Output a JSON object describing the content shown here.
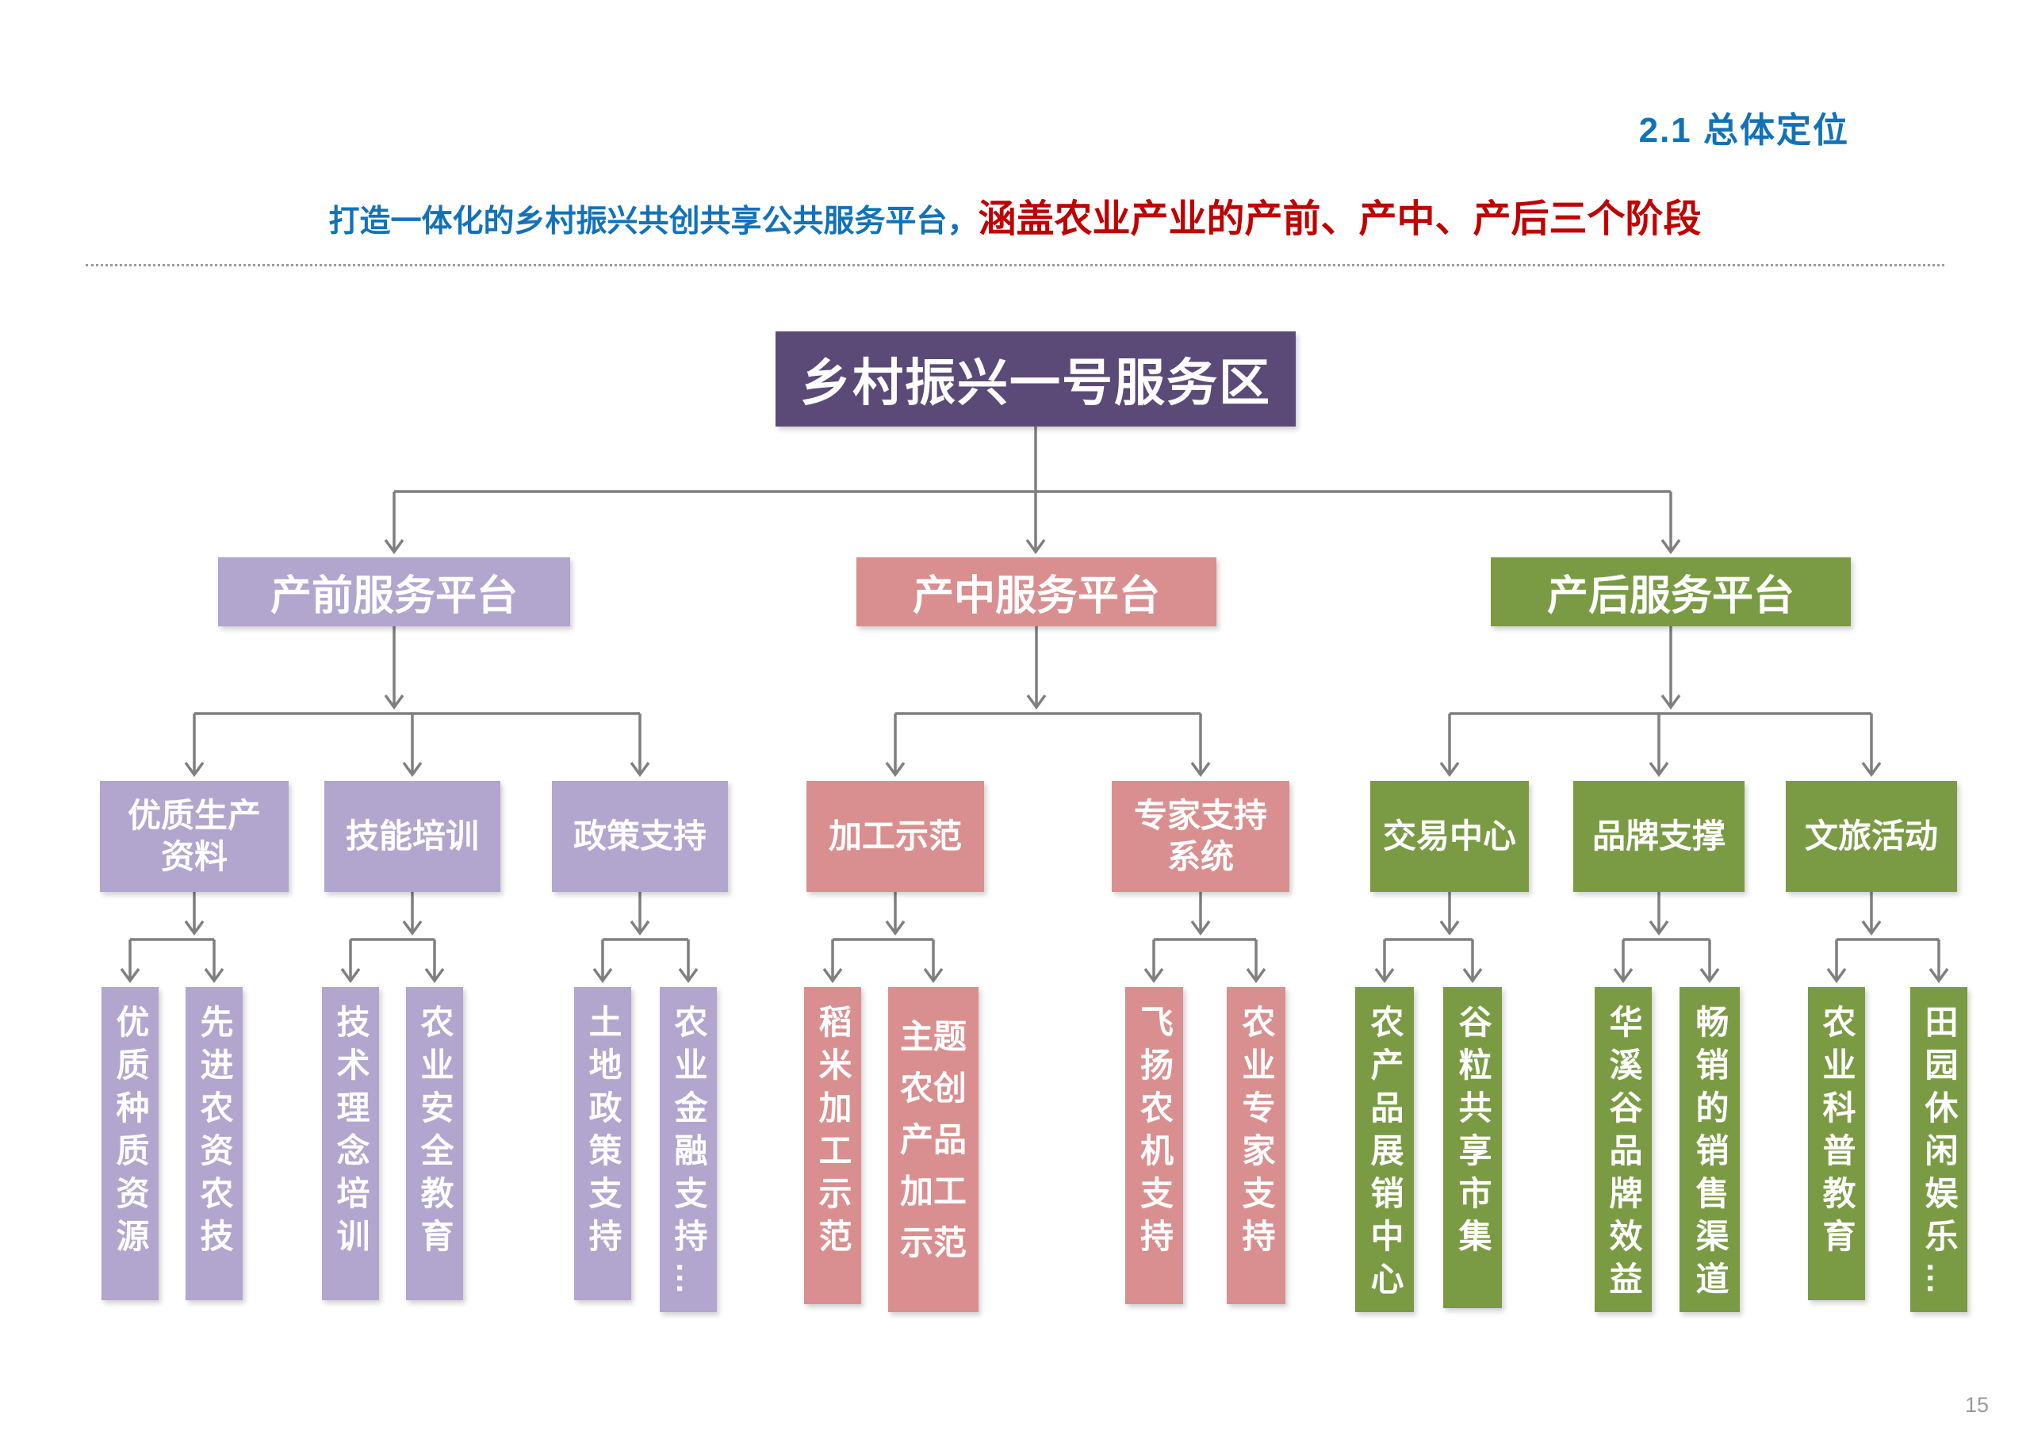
{
  "page": {
    "section_label": "2.1  总体定位",
    "subtitle_blue": "打造一体化的乡村振兴共创共享公共服务平台，",
    "subtitle_red": "涵盖农业产业的产前、产中、产后三个阶段",
    "page_number": "15"
  },
  "palette": {
    "heading_blue": "#1272B9",
    "emphasis_red": "#C00000",
    "root_purple": "#5B4A78",
    "pre_purple": "#B2A5CE",
    "mid_pink": "#D98F8F",
    "post_green": "#7A9B44",
    "connector_gray": "#7f7f7f"
  },
  "tree": {
    "root": "乡村振兴一号服务区",
    "branches": [
      {
        "label": "产前服务平台",
        "children": [
          {
            "label": "优质生产资料",
            "leaves": [
              "优质种质资源",
              "先进农资农技"
            ]
          },
          {
            "label": "技能培训",
            "leaves": [
              "技术理念培训",
              "农业安全教育"
            ]
          },
          {
            "label": "政策支持",
            "leaves": [
              "土地政策支持",
              "农业金融支持…"
            ]
          }
        ]
      },
      {
        "label": "产中服务平台",
        "children": [
          {
            "label": "加工示范",
            "leaves": [
              "稻米加工示范",
              "主题农创产品加工示范"
            ]
          },
          {
            "label": "专家支持系统",
            "leaves": [
              "飞扬农机支持",
              "农业专家支持"
            ]
          }
        ]
      },
      {
        "label": "产后服务平台",
        "children": [
          {
            "label": "交易中心",
            "leaves": [
              "农产品展销中心",
              "谷粒共享市集"
            ]
          },
          {
            "label": "品牌支撑",
            "leaves": [
              "华溪谷品牌效益",
              "畅销的销售渠道"
            ]
          },
          {
            "label": "文旅活动",
            "leaves": [
              "农业科普教育",
              "田园休闲娱乐…"
            ]
          }
        ]
      }
    ]
  }
}
